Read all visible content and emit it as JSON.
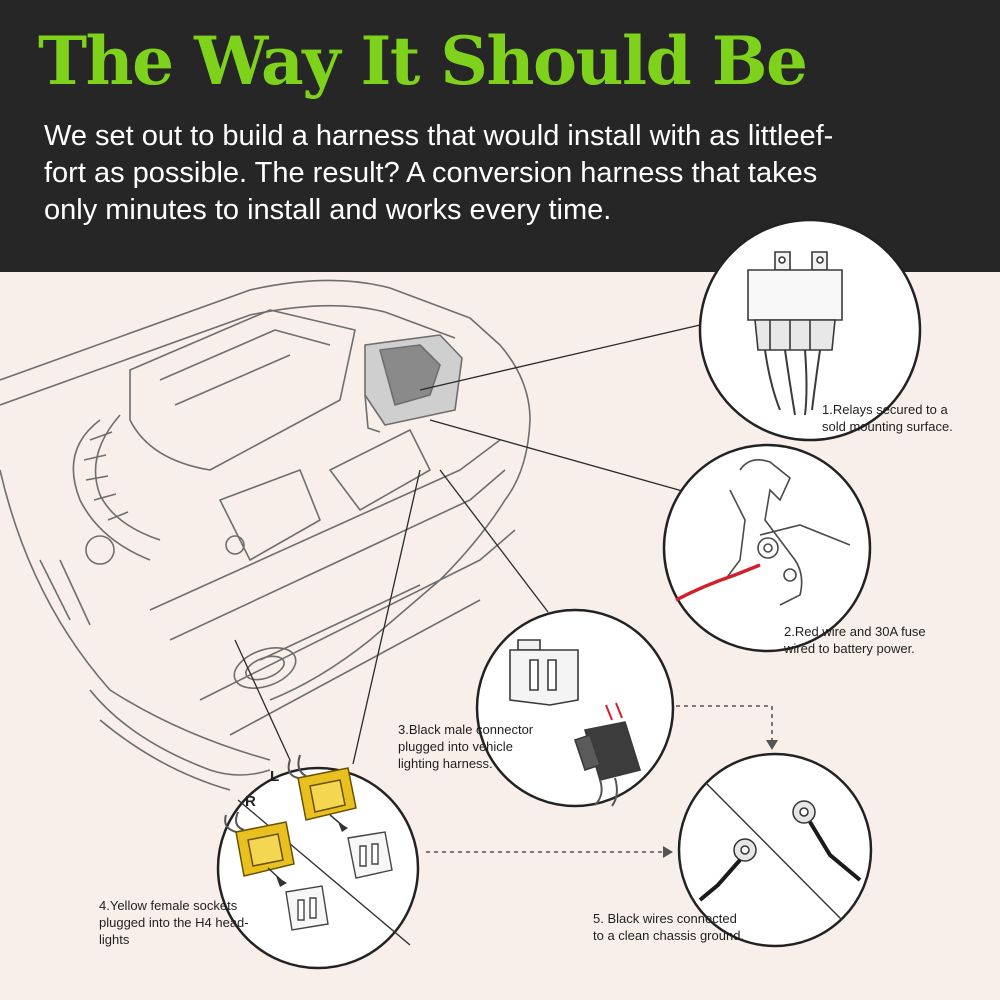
{
  "header": {
    "headline": "The Way It Should Be",
    "intro_lines": [
      "We set out to build a harness that would install with as littleef-",
      "fort as possible. The result? A conversion harness that takes",
      "only minutes to install and works every time."
    ]
  },
  "colors": {
    "header_background": "#262626",
    "headline_green": "#7fd21c",
    "page_background": "#f8efea",
    "fuse_wire_red": "#d0202a",
    "socket_yellow": "#e8c020"
  },
  "callouts": [
    {
      "lines": [
        "1.Relays secured to a",
        "sold mounting surface."
      ]
    },
    {
      "lines": [
        "2.Red wire and 30A fuse",
        "wired to battery power."
      ]
    },
    {
      "lines": [
        "3.Black male connector",
        "plugged into vehicle",
        "lighting harness."
      ]
    },
    {
      "lines": [
        "4.Yellow female sockets",
        "plugged into the H4 head-",
        "lights"
      ]
    },
    {
      "lines": [
        "5. Black wires connected",
        "to a clean chassis ground."
      ]
    }
  ],
  "socket_labels": {
    "right": "R",
    "left": "L"
  },
  "icons": [
    "relay-icon",
    "battery-terminal-icon",
    "h4-connector-icon",
    "yellow-socket-icon",
    "ground-ring-terminal-icon"
  ]
}
